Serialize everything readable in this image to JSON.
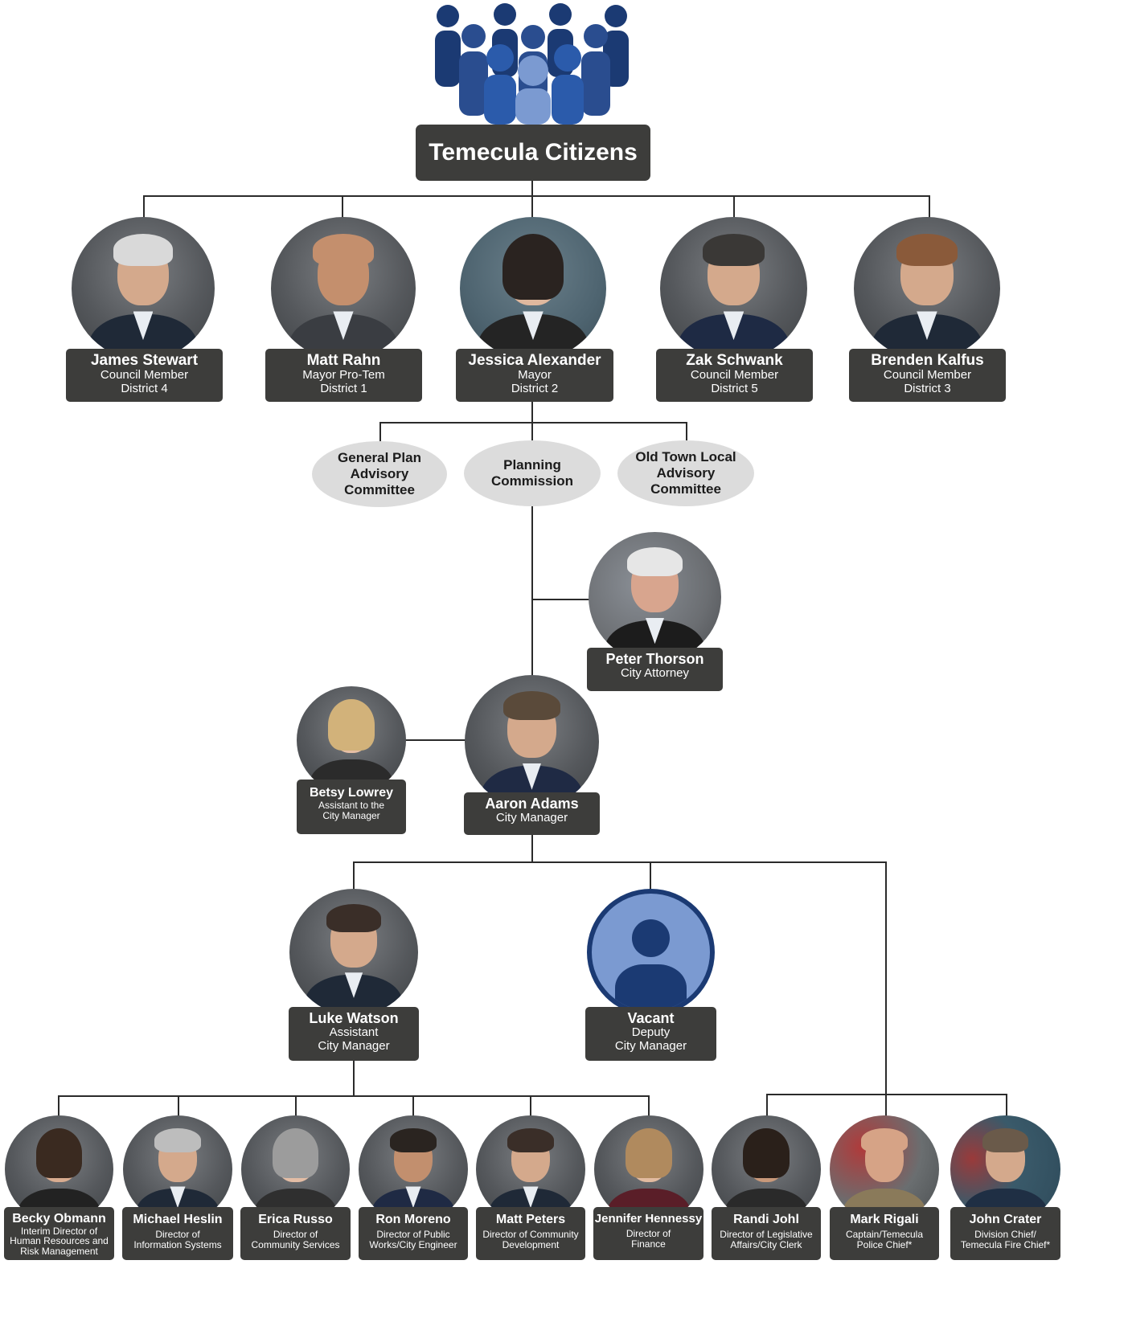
{
  "top": {
    "title": "Temecula Citizens"
  },
  "colors": {
    "label_bg": "#3d3d3b",
    "oval_bg": "#dcdcdc",
    "icon_dark": "#1b3a73",
    "icon_light": "#7b9ad1"
  },
  "council": [
    {
      "name": "James Stewart",
      "title": "Council Member",
      "title2": "District 4"
    },
    {
      "name": "Matt Rahn",
      "title": "Mayor Pro-Tem",
      "title2": "District 1"
    },
    {
      "name": "Jessica Alexander",
      "title": "Mayor",
      "title2": "District 2"
    },
    {
      "name": "Zak Schwank",
      "title": "Council Member",
      "title2": "District 5"
    },
    {
      "name": "Brenden Kalfus",
      "title": "Council Member",
      "title2": "District 3"
    }
  ],
  "committees": [
    {
      "name": "General Plan Advisory Committee"
    },
    {
      "name": "Planning Commission"
    },
    {
      "name": "Old Town Local Advisory Committee"
    }
  ],
  "attorney": {
    "name": "Peter Thorson",
    "title": "City Attorney"
  },
  "assistant_to_cm": {
    "name": "Betsy Lowrey",
    "title": "Assistant to the",
    "title2": "City Manager"
  },
  "city_manager": {
    "name": "Aaron Adams",
    "title": "City Manager"
  },
  "acm": {
    "name": "Luke Watson",
    "title": "Assistant",
    "title2": "City Manager"
  },
  "deputy": {
    "name": "Vacant",
    "title": "Deputy",
    "title2": "City Manager",
    "icon": "person-placeholder-icon"
  },
  "directors": [
    {
      "name": "Becky Obmann",
      "title": "Interim Director of",
      "title2": "Human Resources and",
      "title3": "Risk Management"
    },
    {
      "name": "Michael Heslin",
      "title": "Director of",
      "title2": "Information Systems"
    },
    {
      "name": "Erica Russo",
      "title": "Director of",
      "title2": "Community Services"
    },
    {
      "name": "Ron Moreno",
      "title": "Director of Public",
      "title2": "Works/City Engineer"
    },
    {
      "name": "Matt Peters",
      "title": "Director of Community",
      "title2": "Development"
    },
    {
      "name": "Jennifer Hennessy",
      "title": "Director of",
      "title2": "Finance"
    },
    {
      "name": "Randi Johl",
      "title": "Director of Legislative",
      "title2": "Affairs/City Clerk"
    },
    {
      "name": "Mark Rigali",
      "title": "Captain/Temecula",
      "title2": "Police Chief*"
    },
    {
      "name": "John Crater",
      "title": "Division Chief/",
      "title2": "Temecula Fire Chief*"
    }
  ]
}
